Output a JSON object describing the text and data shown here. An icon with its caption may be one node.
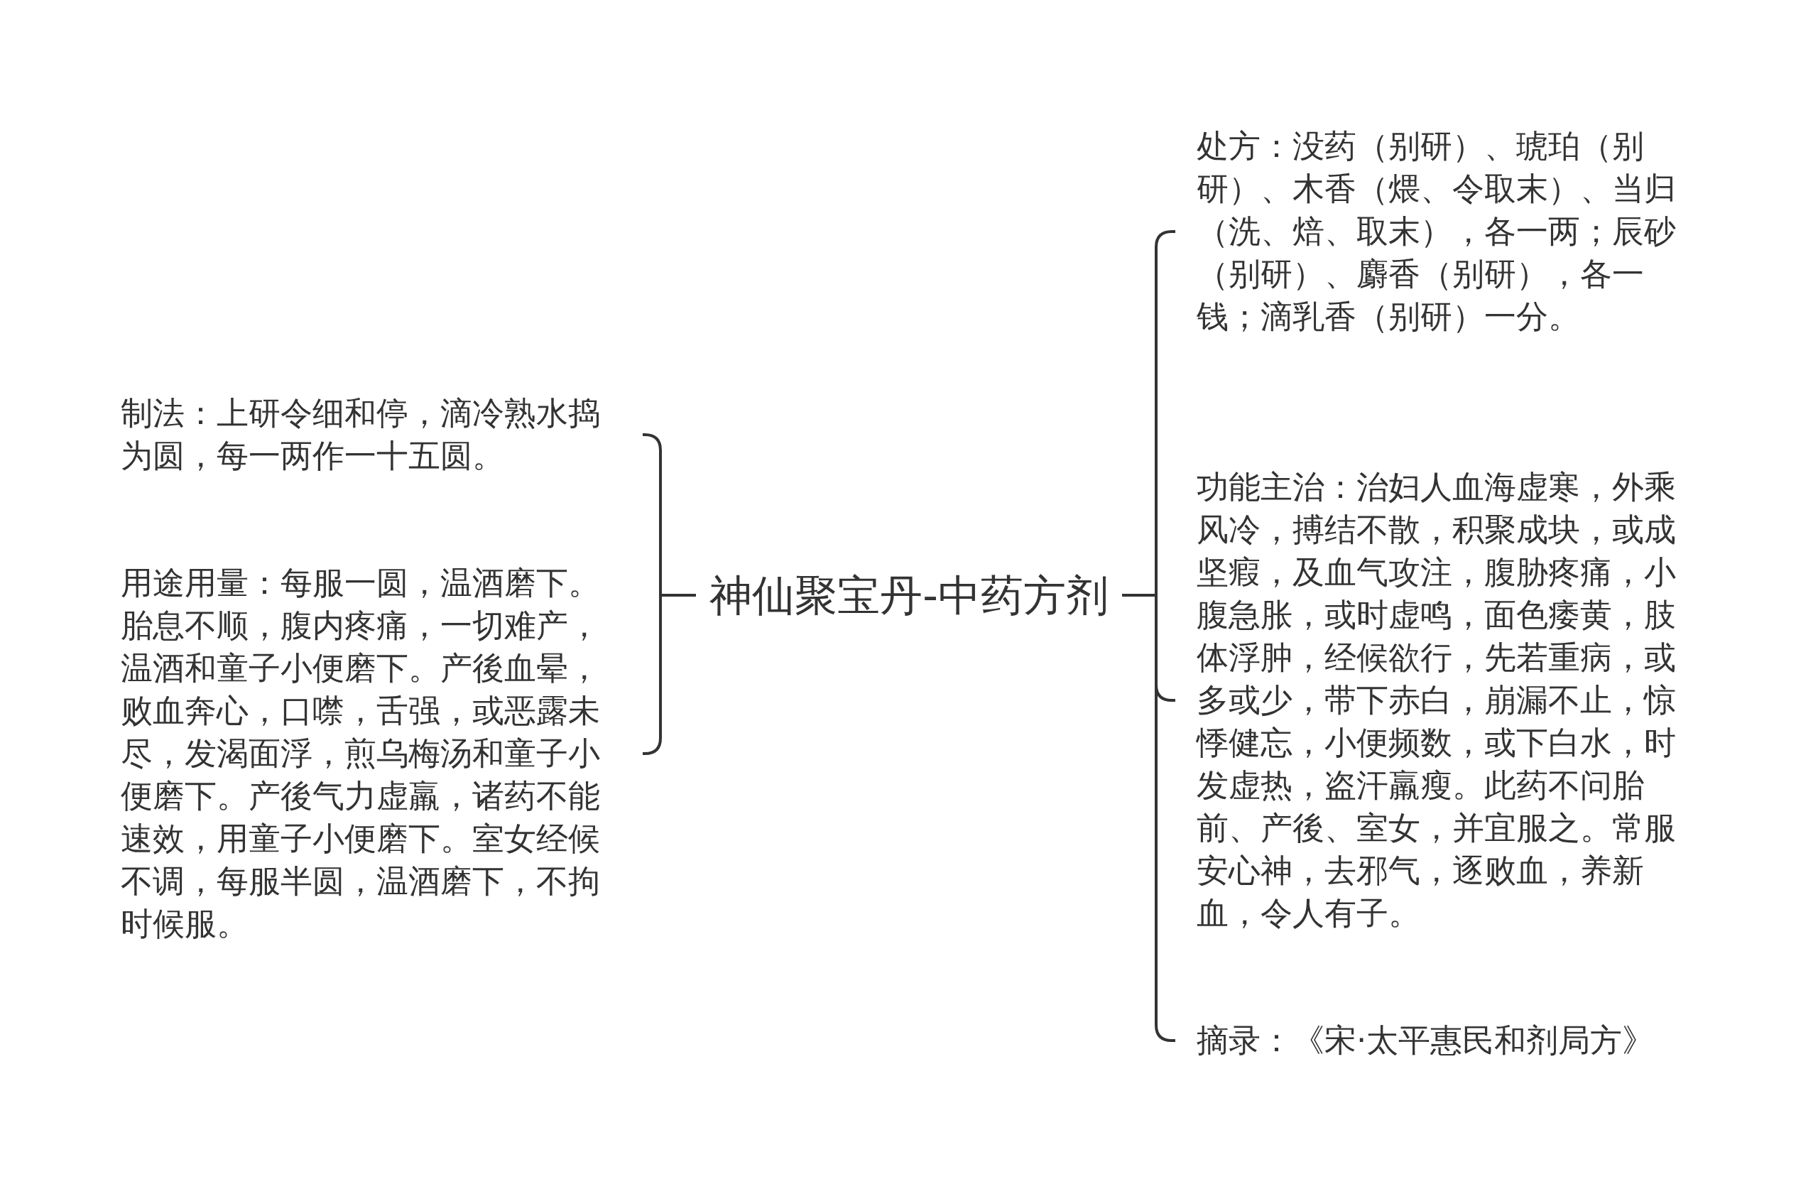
{
  "diagram": {
    "nodes": [
      {
        "text": [
          "神仙聚宝丹-中药方剂"
        ]
      },
      {
        "text": [
          "制法：上研令细和停，滴冷熟水捣为圆，每一两作一十五圆。"
        ]
      },
      {
        "text": [
          "用途用量：每服一圆，温酒磨下。胎息不顺，腹内疼痛，一切难产，温酒和童子小便磨下。产後血晕，败血奔心，口噤，舌强，或恶露未尽，发渴面浮，煎乌梅汤和童子小便磨下。产後气力虚羸，诸药不能速效，用童子小便磨下。室女经候不调，每服半圆，温酒磨下，不拘时候服。"
        ]
      },
      {
        "text": [
          "处方：没药（别研）、琥珀（别研）、木香（煨、令取末）、当归（洗、焙、取末），各一两；辰砂（别研）、麝香（别研），各一钱；滴乳香（别研）一分。"
        ]
      },
      {
        "text": [
          "功能主治：治妇人血海虚寒，外乘风冷，搏结不散，积聚成块，或成坚瘕，及血气攻注，腹胁疼痛，小腹急胀，或时虚鸣，面色痿黄，肢体浮肿，经候欲行，先若重病，或多或少，带下赤白，崩漏不止，惊悸健忘，小便频数，或下白水，时发虚热，盗汗羸瘦。此药不问胎前、产後、室女，并宜服之。常服安心神，去邪气，逐败血，养新血，令人有子。"
        ]
      },
      {
        "text": [
          "摘录：《宋·太平惠民和剂局方》"
        ]
      }
    ],
    "edges": [
      {
        "from": 0,
        "to": 1,
        "arrow": "none"
      },
      {
        "from": 0,
        "to": 2,
        "arrow": "none"
      },
      {
        "from": 0,
        "to": 3,
        "arrow": "none"
      },
      {
        "from": 0,
        "to": 4,
        "arrow": "none"
      },
      {
        "from": 0,
        "to": 5,
        "arrow": "none"
      }
    ]
  }
}
